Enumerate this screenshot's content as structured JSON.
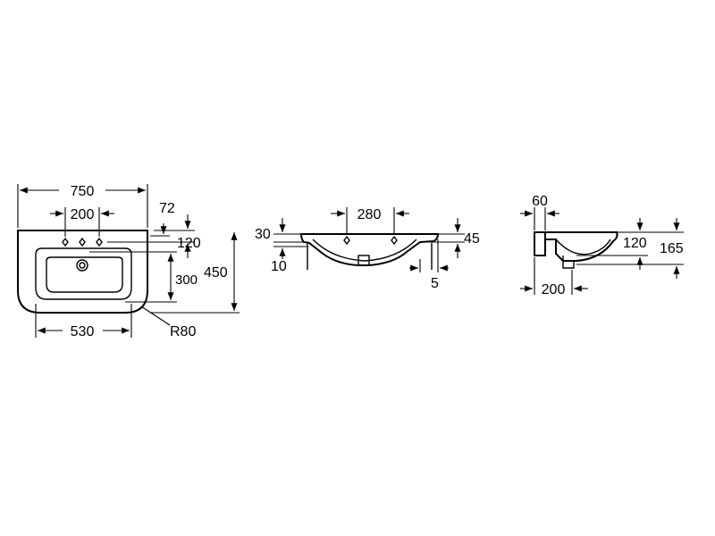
{
  "front_view": {
    "width_overall": "750",
    "tap_spacing": "200",
    "hole_offset": "72",
    "hole_to_edge": "120",
    "bowl_depth_inner": "300",
    "depth_overall": "450",
    "bowl_width": "530",
    "corner_radius": "R80"
  },
  "side_view": {
    "hole_spacing": "280",
    "rim_height": "30",
    "rim_thickness": "10",
    "overhang": "45",
    "edge_offset": "5"
  },
  "section_view": {
    "wall_thickness": "60",
    "depth_inner": "120",
    "depth_total": "165",
    "projection": "200"
  },
  "colors": {
    "ink": "#000000",
    "background": "#ffffff"
  }
}
